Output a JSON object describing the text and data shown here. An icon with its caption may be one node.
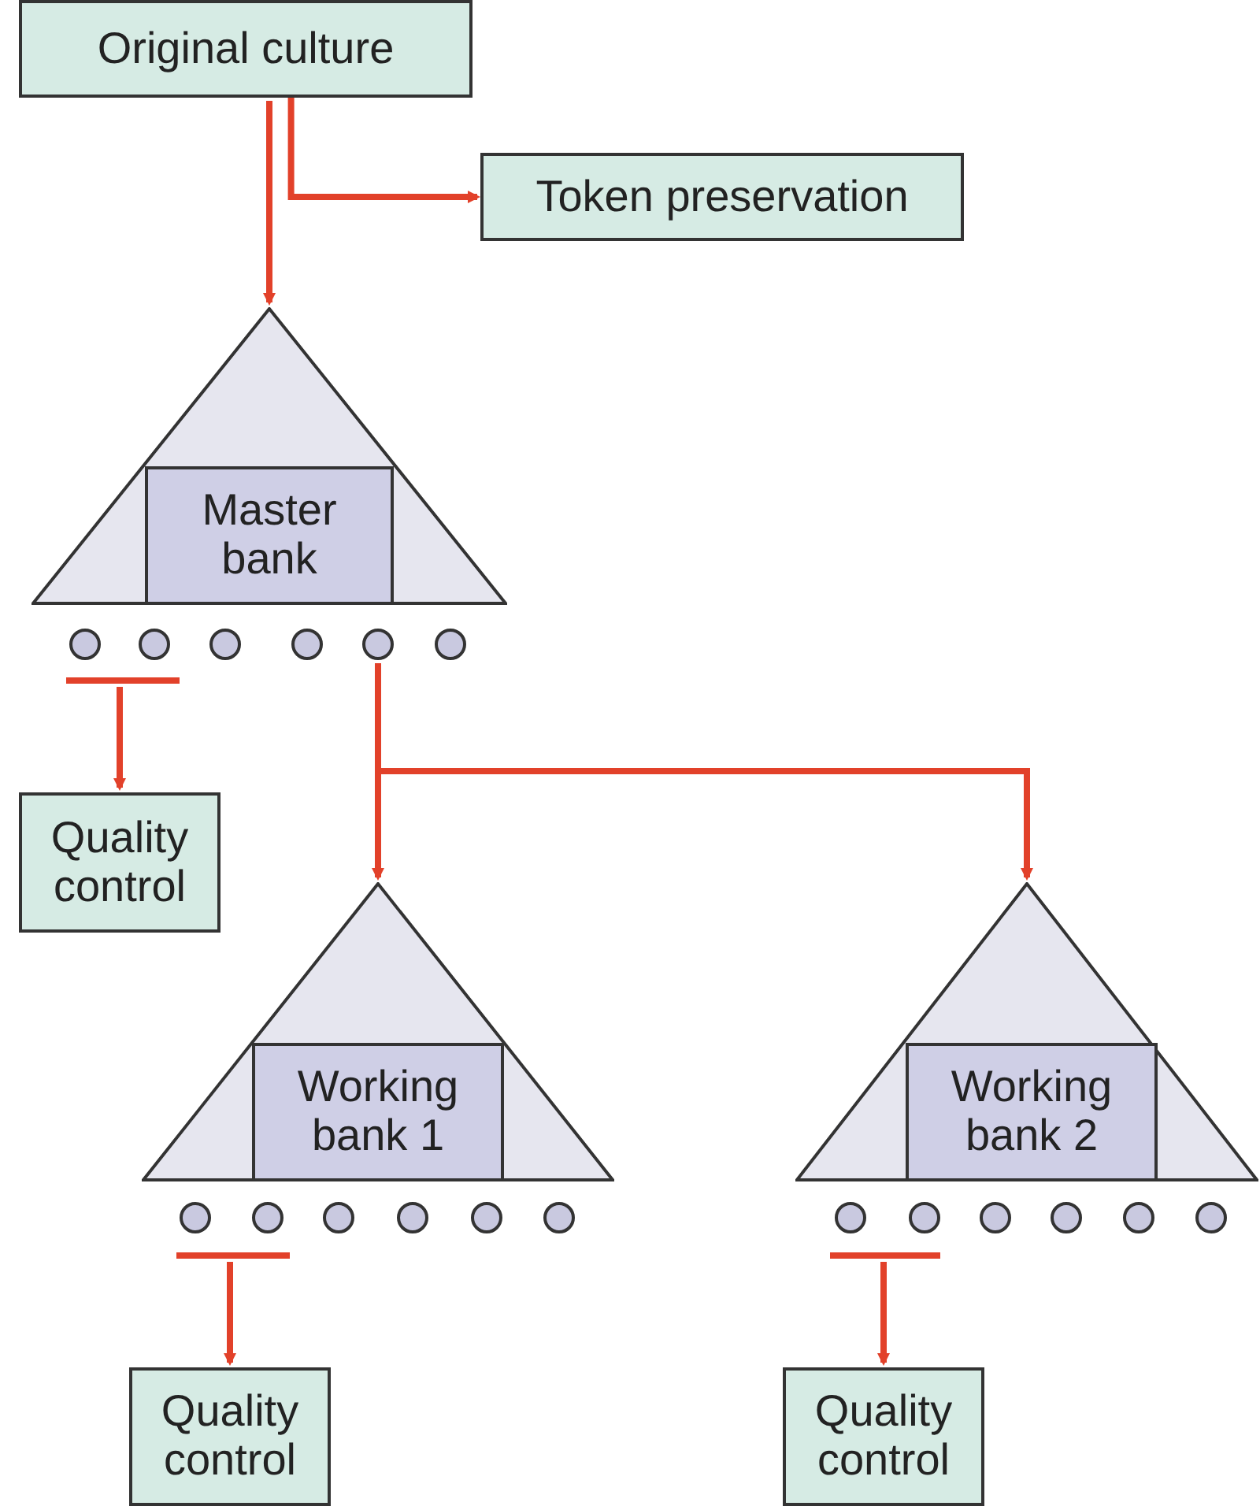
{
  "diagram": {
    "nodes": [
      {
        "text": [
          "Original culture"
        ]
      },
      {
        "text": [
          "Token preservation"
        ]
      },
      {
        "text": [],
        "shape": "triangle"
      },
      {
        "text": [
          "Master bank"
        ],
        "in": 2
      },
      {
        "text": [],
        "shape": "circle"
      },
      {
        "text": [],
        "shape": "circle"
      },
      {
        "text": [],
        "shape": "circle"
      },
      {
        "text": [],
        "shape": "circle"
      },
      {
        "text": [],
        "shape": "circle"
      },
      {
        "text": [],
        "shape": "circle"
      },
      {
        "text": [],
        "shape": "bar"
      },
      {
        "text": [
          "Quality control"
        ]
      },
      {
        "text": [],
        "shape": "triangle"
      },
      {
        "text": [
          "Working bank 1"
        ],
        "in": 12
      },
      {
        "text": [],
        "shape": "triangle"
      },
      {
        "text": [
          "Working bank 2"
        ],
        "in": 14
      },
      {
        "text": [],
        "shape": "circle"
      },
      {
        "text": [],
        "shape": "circle"
      },
      {
        "text": [],
        "shape": "circle"
      },
      {
        "text": [],
        "shape": "circle"
      },
      {
        "text": [],
        "shape": "circle"
      },
      {
        "text": [],
        "shape": "circle"
      },
      {
        "text": [],
        "shape": "bar"
      },
      {
        "text": [],
        "shape": "circle"
      },
      {
        "text": [],
        "shape": "circle"
      },
      {
        "text": [],
        "shape": "circle"
      },
      {
        "text": [],
        "shape": "circle"
      },
      {
        "text": [],
        "shape": "circle"
      },
      {
        "text": [],
        "shape": "circle"
      },
      {
        "text": [],
        "shape": "bar"
      },
      {
        "text": [
          "Quality control"
        ]
      },
      {
        "text": [
          "Quality control"
        ]
      }
    ],
    "edges": [
      {
        "from": 0,
        "to": 2,
        "arrow": "to"
      },
      {
        "from": 0,
        "to": 1,
        "arrow": "to"
      },
      {
        "from": 10,
        "to": 11,
        "arrow": "to"
      },
      {
        "from": 8,
        "to": 12,
        "arrow": "to"
      },
      {
        "from": 8,
        "to": 14,
        "arrow": "to"
      },
      {
        "from": 22,
        "to": 30,
        "arrow": "to"
      },
      {
        "from": 29,
        "to": 31,
        "arrow": "to"
      }
    ]
  }
}
